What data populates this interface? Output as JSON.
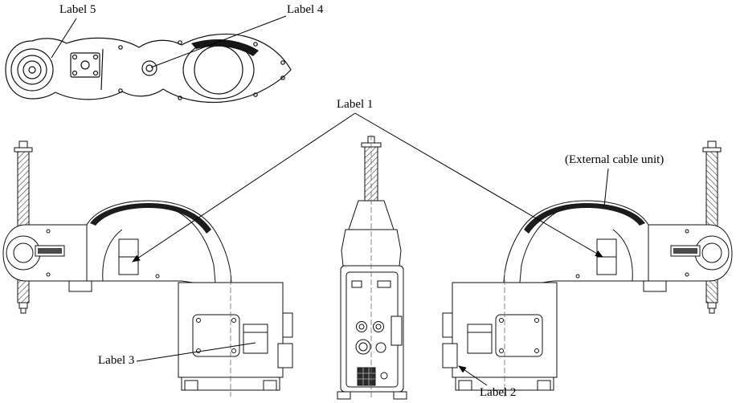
{
  "diagram": {
    "labels": {
      "label_1": "Label 1",
      "label_2": "Label 2",
      "label_3": "Label 3",
      "label_4": "Label 4",
      "label_5": "Label 5",
      "external_cable_unit": "(External cable unit)"
    }
  }
}
